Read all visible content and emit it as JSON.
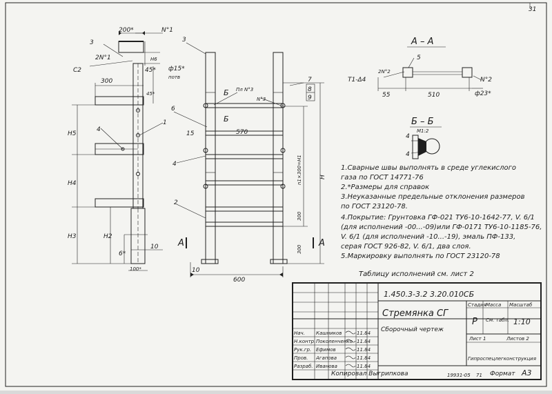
{
  "sheet_corner_number": "31",
  "main_view": {
    "callouts": {
      "p3_top": "3",
      "n1": "N°1",
      "c2": "C2",
      "n2_left": "2N°1",
      "p4": "4",
      "p1": "1",
      "p2": "2",
      "p3_mid": "3",
      "p6": "6",
      "p15": "15",
      "p4_mid": "4",
      "pl_n3": "Пл N°3",
      "n3": "N°3",
      "b_top": "Б",
      "b_mid": "Б",
      "p7": "7",
      "p8": "8",
      "p9": "9"
    },
    "dims": {
      "d200": "200*",
      "d300": "300",
      "d45a": "45*",
      "d45b": "45*",
      "h6": "H6",
      "phi15": "ф15*",
      "potv": "потв",
      "h5": "H5",
      "h4": "H4",
      "h3": "H3",
      "h2": "H2",
      "d6": "6*",
      "d10a": "10",
      "d100": "100*",
      "d570": "570",
      "d600": "600",
      "d10b": "10",
      "n300": "n1×300=H1",
      "h_total": "H",
      "d300b": "300",
      "d300c": "300",
      "a_left": "A",
      "a_right": "A"
    }
  },
  "section_aa": {
    "title": "A – A",
    "p5": "5",
    "t1": "T1-Δ4",
    "n2a": "2N°2",
    "n2b": "N°2",
    "d55": "55",
    "d510": "510",
    "phi23": "ф23*"
  },
  "section_bb": {
    "title": "Б – Б",
    "scale": "М1:2",
    "p4a": "4",
    "p4b": "4"
  },
  "notes": [
    "1.Сварные швы выполнять в среде углекислого",
    "   газа по ГОСТ 14771-76",
    "2.*Размеры для справок",
    "3.Неуказанные предельные отклонения размеров",
    "   по ГОСТ 23120-78.",
    "4.Покрытие: Грунтовка ГФ-021 ТУ6-10-1642-77, V. 6/1",
    "(для исполнений -00...-09)или ГФ-0171 ТУ6-10-1185-76,",
    "V. 6/1 (для исполнений -10...-19), эмаль ПФ-133,",
    "   серая ГОСТ 926-82, V. 6/1, два слоя.",
    "5.Маркировку выполнять по ГОСТ 23120-78"
  ],
  "table_ref": "Таблицу исполнений см. лист 2",
  "title_block": {
    "doc_code": "1.450.3-3.2 3.20.010СБ",
    "name": "Стремянка СГ",
    "subtitle": "Сборочный чертеж",
    "headers": {
      "stage": "Стадия",
      "mass": "Масса",
      "scale": "Масштаб"
    },
    "stage_value": "Р",
    "mass_value": "См. табл.",
    "scale_value": "1:10",
    "sheet": "Лист 1",
    "sheets": "Листов 2",
    "org": "Гипроспецлегконструкция",
    "roles": [
      {
        "role": "Нач.",
        "name": "Кашников"
      },
      {
        "role": "Н.контр.",
        "name": "Поколенченко"
      },
      {
        "role": "Рук.гр.",
        "name": "Ефимов"
      },
      {
        "role": "Пров.",
        "name": "Агапова"
      },
      {
        "role": "Разраб.",
        "name": "Иванова"
      }
    ],
    "dates": [
      "11.84",
      "11.84",
      "11.84",
      "11.84",
      "11.84"
    ]
  },
  "footer": {
    "copied": "Копировал Выгрипкова",
    "inv": "19931-05",
    "inv2": "71",
    "format_label": "Формат",
    "format_value": "А3"
  }
}
